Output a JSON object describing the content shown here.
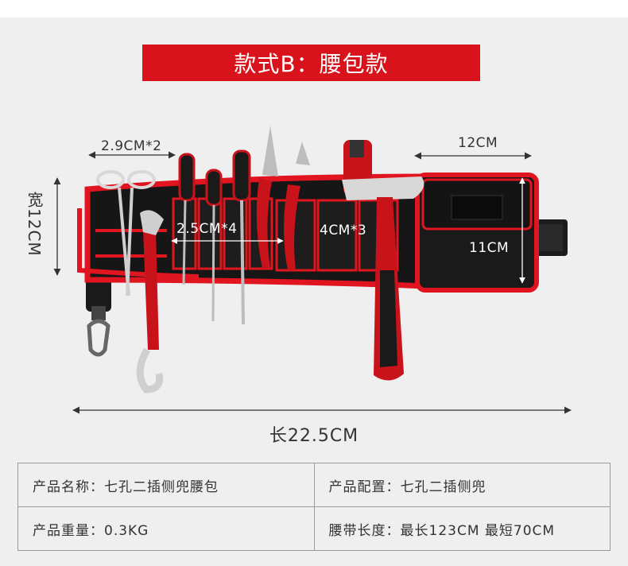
{
  "title": "款式B：腰包款",
  "dimensions": {
    "side_pocket": "2.9CM*2",
    "big_pocket_width": "12CM",
    "height_left": "宽12CM",
    "small_slots": "2.5CM*4",
    "medium_slots": "4CM*3",
    "big_pocket_height": "11CM",
    "length": "长22.5CM"
  },
  "specs": {
    "name": "产品名称：七孔二插侧兜腰包",
    "config": "产品配置：七孔二插侧兜",
    "weight": "产品重量：0.3KG",
    "belt_length": "腰带长度：最长123CM 最短70CM"
  },
  "colors": {
    "banner": "#d9131b",
    "bag": "#161616",
    "trim": "#e01520",
    "background": "#efefef"
  }
}
